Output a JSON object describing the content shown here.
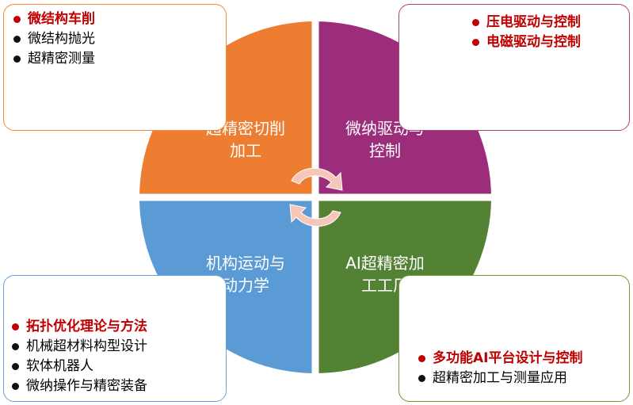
{
  "boxes": {
    "top_left": [
      {
        "text": "微结构车削",
        "highlight": true
      },
      {
        "text": "微结构抛光",
        "highlight": false
      },
      {
        "text": "超精密测量",
        "highlight": false
      }
    ],
    "top_right": [
      {
        "text": "压电驱动与控制",
        "highlight": true
      },
      {
        "text": "电磁驱动与控制",
        "highlight": true
      }
    ],
    "bottom_left": [
      {
        "text": "拓扑优化理论与方法",
        "highlight": true
      },
      {
        "text": "机械超材料构型设计",
        "highlight": false
      },
      {
        "text": "软体机器人",
        "highlight": false
      },
      {
        "text": "微纳操作与精密装备",
        "highlight": false
      }
    ],
    "bottom_right": [
      {
        "text": "多功能AI平台设计与控制",
        "highlight": true
      },
      {
        "text": "超精密加工与测量应用",
        "highlight": false
      }
    ]
  },
  "quadrants": {
    "top_left": {
      "line1": "超精密切削",
      "line2": "加工",
      "color": "#ed7d31"
    },
    "top_right": {
      "line1": "微纳驱动与",
      "line2": "控制",
      "color": "#9b2d7b"
    },
    "bottom_left": {
      "line1": "机构运动与",
      "line2": "动力学",
      "color": "#5b9bd5"
    },
    "bottom_right": {
      "line1": "AI超精密加",
      "line2": "工工厂",
      "color": "#548235"
    }
  },
  "colors": {
    "highlight_text": "#c00000",
    "cycle_arrows": "#f4c7b8"
  },
  "icons": [
    "cycle-arrows-icon"
  ]
}
